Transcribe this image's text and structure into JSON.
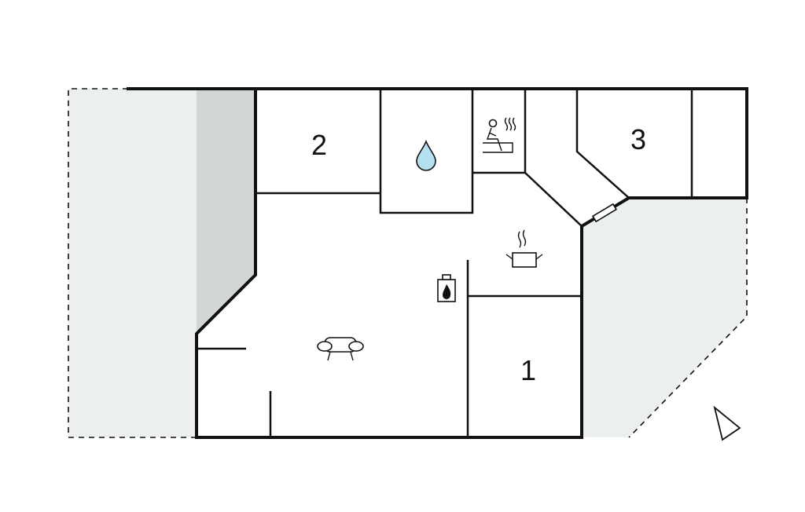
{
  "colors": {
    "terrace": "#eceff0",
    "covered": "#d2d6d7",
    "water": "#b4e0f0",
    "wall": "#111111"
  },
  "rooms": [
    {
      "label": "2"
    },
    {
      "label": "3"
    },
    {
      "label": "1"
    }
  ],
  "icons": [
    "bathroom-water-drop-icon",
    "sauna-icon",
    "kitchen-pot-icon",
    "fireplace-icon",
    "sofa-icon",
    "north-arrow-icon"
  ]
}
